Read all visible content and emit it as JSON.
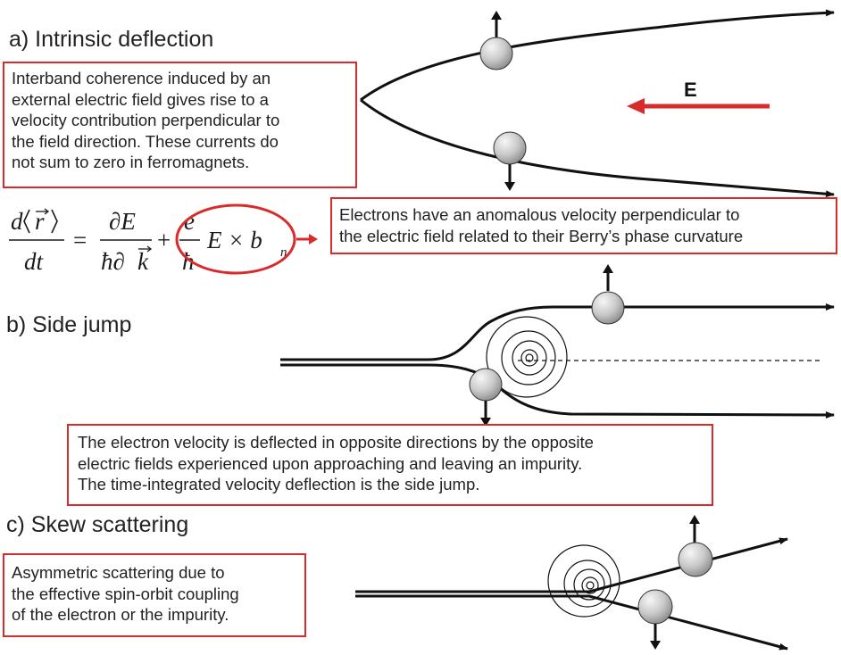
{
  "sections": {
    "intrinsic": {
      "title": "a) Intrinsic deflection",
      "box_text": "Interband coherence induced by an\nexternal electric field gives rise to a\nvelocity contribution perpendicular to\nthe field direction.  These currents do\nnot sum to zero in ferromagnets.",
      "field_label": "E",
      "anomalous_text": "Electrons have an anomalous velocity perpendicular to\nthe electric field related to their Berry’s phase curvature"
    },
    "side_jump": {
      "title": "b) Side jump",
      "box_text": "The electron velocity is deflected in opposite directions by the opposite\nelectric fields experienced upon approaching and leaving an impurity.\nThe time-integrated velocity deflection is the side jump."
    },
    "skew": {
      "title": "c) Skew scattering",
      "box_text": "Asymmetric scattering due to\nthe effective spin-orbit coupling\nof the electron or the impurity."
    }
  },
  "equation": {
    "lhs_num_d": "d",
    "lhs_num_r": "r",
    "lhs_den": "dt",
    "equals": "=",
    "mid_num": "∂E",
    "mid_den_hbar": "ħ∂",
    "mid_den_k": "k",
    "plus": "+",
    "e_num": "e",
    "e_den": "ħ",
    "cross": "E × b",
    "cross_sub": "n"
  },
  "colors": {
    "accent_red": "#d92b2b",
    "line": "#111111",
    "ball_light": "#f4f4f4",
    "ball_dark": "#8a8a8a"
  }
}
